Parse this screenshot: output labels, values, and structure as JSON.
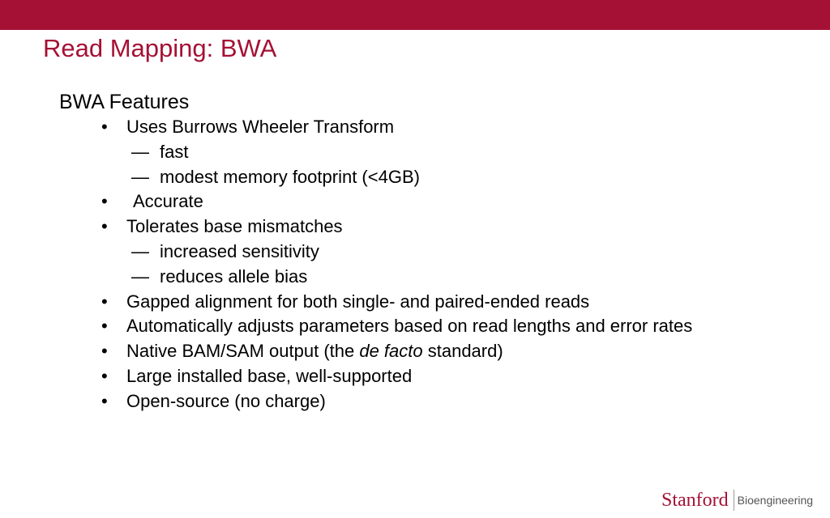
{
  "slide": {
    "title": "Read Mapping: BWA",
    "heading": "BWA Features",
    "bullet_symbol": "•",
    "dash_symbol": "—",
    "b1": {
      "text": "Uses Burrows Wheeler Transform",
      "subs": [
        "fast",
        "modest memory footprint (<4GB)"
      ]
    },
    "b2": {
      "text": "Accurate"
    },
    "b3": {
      "text": "Tolerates base mismatches",
      "subs": [
        "increased sensitivity",
        "reduces allele bias"
      ]
    },
    "b4": {
      "text": "Gapped alignment for both single- and paired-ended reads"
    },
    "b5": {
      "text": "Automatically adjusts parameters based on read lengths and error rates"
    },
    "b6": {
      "before": "Native BAM/SAM output (the ",
      "italic": "de facto",
      "after": " standard)"
    },
    "b7": {
      "text": "Large installed base, well-supported"
    },
    "b8": {
      "text": "Open-source (no charge)"
    }
  },
  "logo": {
    "word": "Stanford",
    "sub": "Bioengineering"
  },
  "colors": {
    "brand": "#a51134",
    "text": "#000000",
    "background": "#ffffff"
  }
}
